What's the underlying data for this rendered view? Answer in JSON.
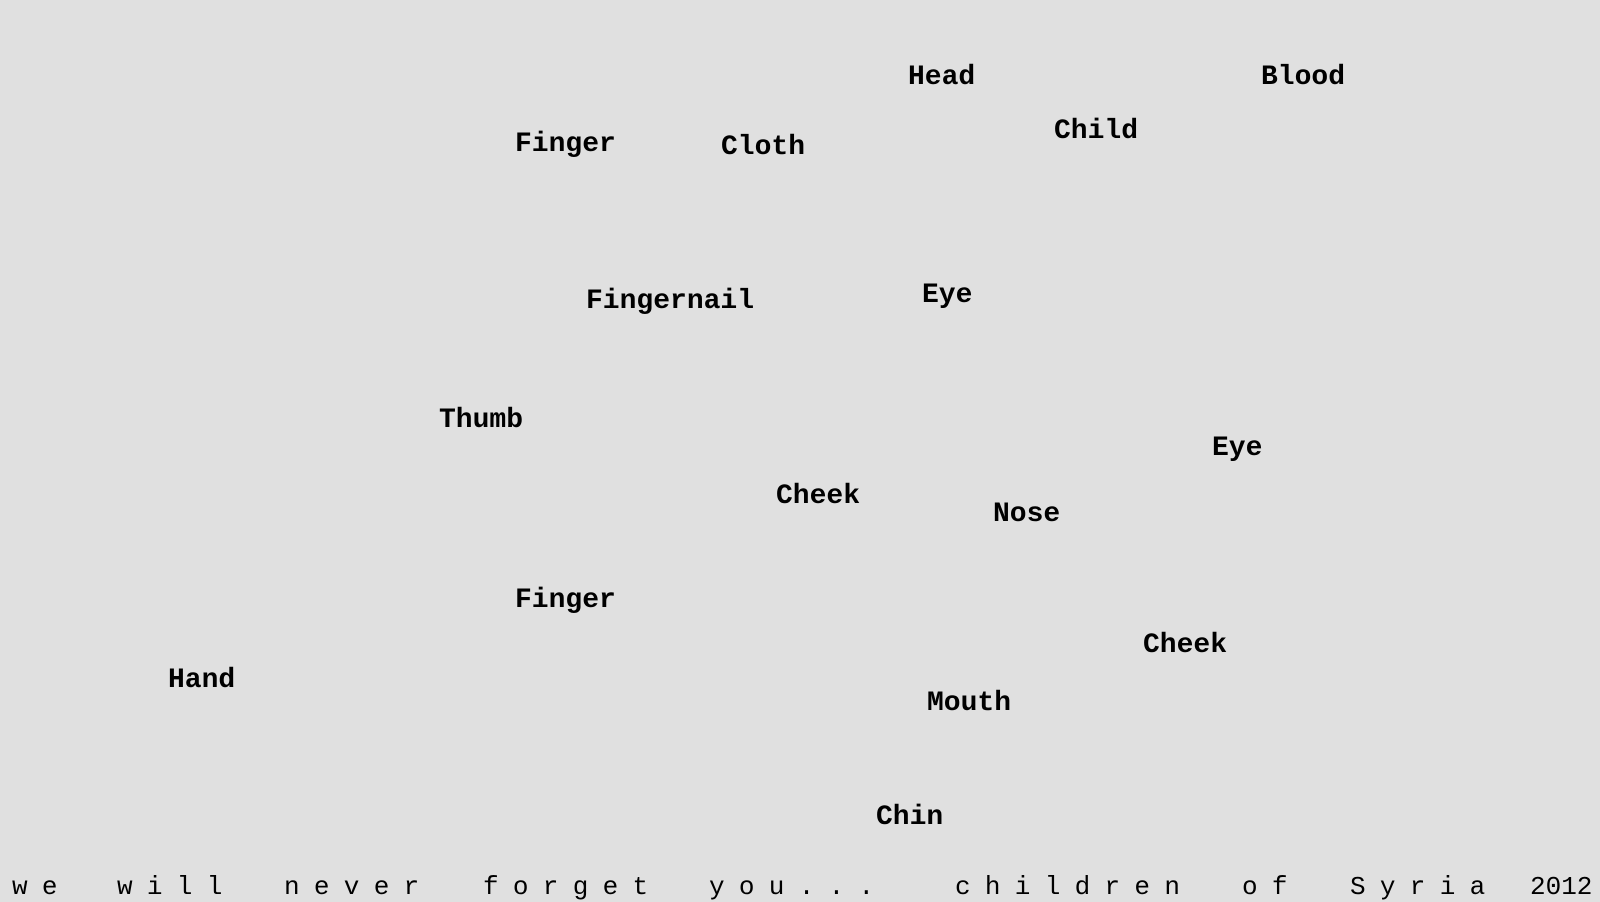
{
  "words": {
    "head": "Head",
    "blood": "Blood",
    "finger_top": "Finger",
    "cloth": "Cloth",
    "child": "Child",
    "fingernail": "Fingernail",
    "eye_top": "Eye",
    "thumb": "Thumb",
    "eye_right": "Eye",
    "cheek_left": "Cheek",
    "nose": "Nose",
    "finger_bottom": "Finger",
    "cheek_right": "Cheek",
    "hand": "Hand",
    "mouth": "Mouth",
    "chin": "Chin"
  },
  "caption": {
    "part1": "we",
    "part2": "will",
    "part3": "never",
    "part4": "forget",
    "part5": "you...",
    "part6": "children",
    "part7": "of",
    "part8": "Syria",
    "year": "2012"
  },
  "colors": {
    "background": "#e0e0e0",
    "text": "#000000"
  }
}
